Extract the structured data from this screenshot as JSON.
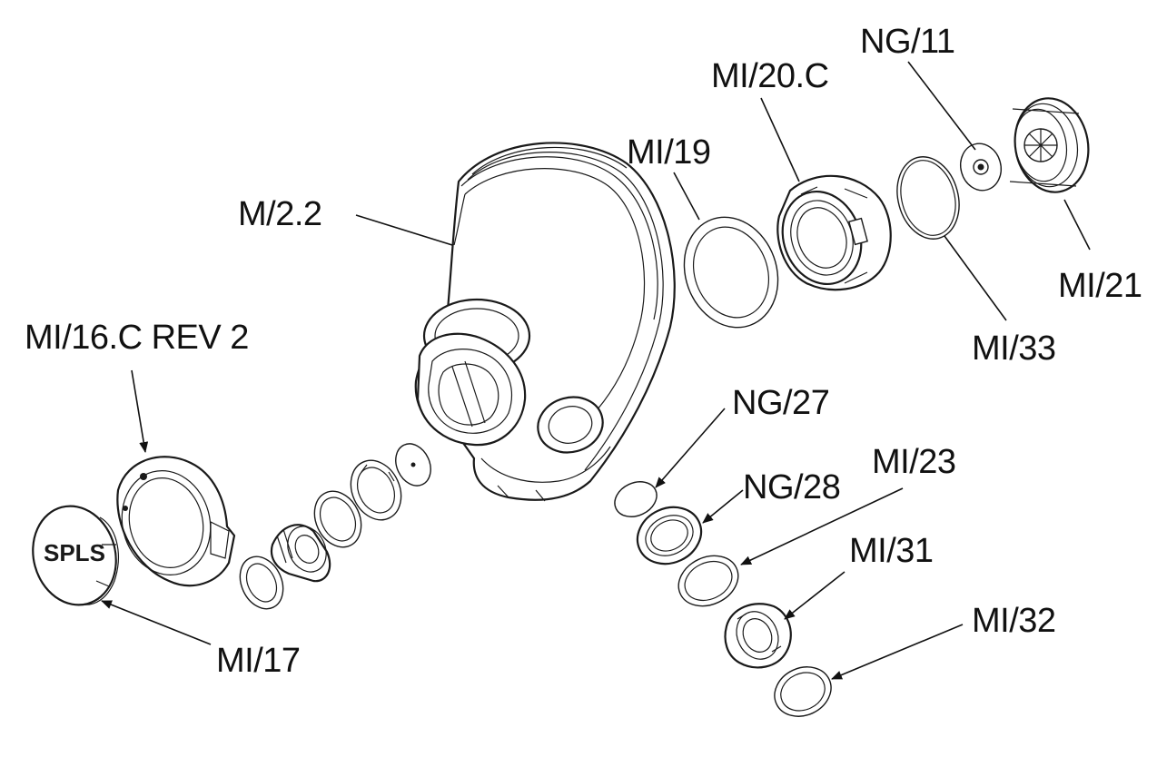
{
  "diagram": {
    "colors": {
      "line": "#1a1a1a",
      "background": "#ffffff"
    },
    "labels": {
      "ng11": "NG/11",
      "mi20c": "MI/20.C",
      "mi19": "MI/19",
      "m22": "M/2.2",
      "mi21": "MI/21",
      "mi33": "MI/33",
      "mi16c": "MI/16.C REV 2",
      "ng27": "NG/27",
      "ng28": "NG/28",
      "mi23": "MI/23",
      "mi31": "MI/31",
      "mi32": "MI/32",
      "mi17": "MI/17"
    },
    "cap_logo_text": "SPLS"
  }
}
